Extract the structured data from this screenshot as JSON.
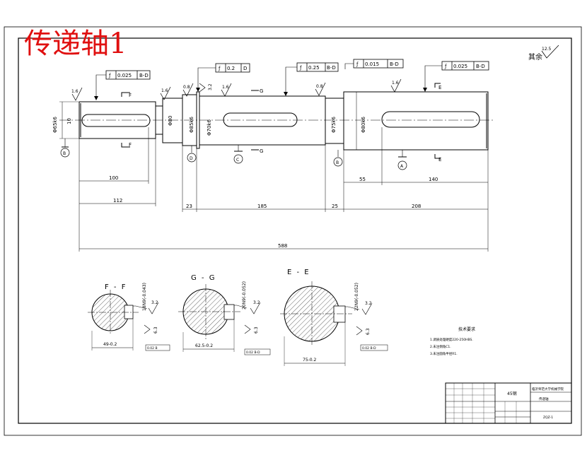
{
  "title": "传递轴1",
  "roughness_note": {
    "label": "其余",
    "value": "12.5"
  },
  "gd_t": [
    {
      "symbol": "ƒ",
      "tol": "0.025",
      "datum": "B-D"
    },
    {
      "symbol": "ƒ",
      "tol": "0.2",
      "datum": "D"
    },
    {
      "symbol": "ƒ",
      "tol": "0.25",
      "datum": "B-D"
    },
    {
      "symbol": "ƒ",
      "tol": "0.015",
      "datum": "B-D"
    },
    {
      "symbol": "ƒ",
      "tol": "0.025",
      "datum": "B-D"
    }
  ],
  "roughness_marks": [
    "1.6",
    "1.6",
    "0.8",
    "3.2",
    "1.6",
    "0.8",
    "1.6"
  ],
  "section_marks": {
    "f_top": "F",
    "f_bot": "F",
    "g_top": "G",
    "g_bot": "G",
    "e_top": "E",
    "e_bot": "E"
  },
  "datums": [
    "B",
    "D",
    "C",
    "B",
    "A"
  ],
  "diameters": [
    "Φ65k6",
    "Φ80",
    "Φ85k6",
    "Φ70k6",
    "Φ75k6",
    "Φ80k6",
    "10"
  ],
  "dims_horizontal": [
    "100",
    "112",
    "23",
    "185",
    "25",
    "208",
    "55",
    "140",
    "588"
  ],
  "sections": [
    {
      "label": "F - F",
      "keyway": "18N9(-0.043)",
      "rough1": "3.2",
      "rough2": "6.3",
      "width": "49-0.2",
      "tol_frame": "0.02 B"
    },
    {
      "label": "G - G",
      "keyway": "20N9(-0.052)",
      "rough1": "3.2",
      "rough2": "6.3",
      "width": "62.5-0.2",
      "tol_frame": "0.02 B-D"
    },
    {
      "label": "E - E",
      "keyway": "22N9(-0.052)",
      "rough1": "3.2",
      "rough2": "6.3",
      "width": "75-0.2",
      "tol_frame": "0.02 B-D"
    }
  ],
  "tech_requirements": {
    "heading": "技术要求",
    "items": [
      "1.调质处理硬度220-250HBS.",
      "2.未注倒角C1.",
      "3.未注圆角半径R1."
    ]
  },
  "title_block": {
    "material": "45钢",
    "school": "临沂师范大学机械学院",
    "part_name": "传递轴",
    "drawing_no": "ZQZ-1"
  }
}
